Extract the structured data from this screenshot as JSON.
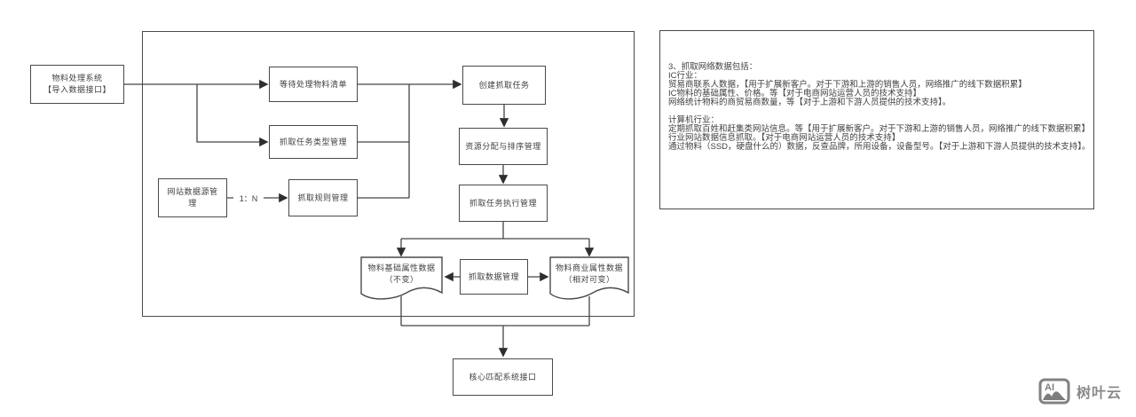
{
  "colors": {
    "background": "#ffffff",
    "line": "#434343",
    "box_border": "#4a4a4a",
    "text": "#3f3f3f",
    "watermark": "#8a8a8a"
  },
  "diagram": {
    "nodes": {
      "source_system": {
        "label": "物料处理系统\n【导入数据接口】"
      },
      "pending_list": {
        "label": "等待处理物料清单"
      },
      "task_type_mgmt": {
        "label": "抓取任务类型管理"
      },
      "site_datasource_mgmt": {
        "label": "网站数据源管\n理"
      },
      "crawl_rule_mgmt": {
        "label": "抓取规则管理"
      },
      "create_crawl_task": {
        "label": "创建抓取任务"
      },
      "resource_alloc_mgmt": {
        "label": "资源分配与排序管理"
      },
      "task_exec_mgmt": {
        "label": "抓取任务执行管理"
      },
      "basic_attr_data": {
        "label": "物料基础属性数据\n（不变）"
      },
      "crawl_data_mgmt": {
        "label": "抓取数据管理"
      },
      "business_attr_data": {
        "label": "物料商业属性数据\n（相对可变）"
      },
      "core_match_interface": {
        "label": "核心匹配系统接口"
      }
    },
    "edge_labels": {
      "datasource_to_rule": "1：N"
    }
  },
  "notes_panel": {
    "lines": [
      "3、抓取网络数据包括：",
      "IC行业：",
      "贸易商联系人数据，【用于扩展新客户。对于下游和上游的销售人员，网络推广的线下数据积累】",
      "IC物料的基础属性、价格。等【对于电商网站运营人员的技术支持】",
      "网络统计物料的商贸易商数量，等【对于上游和下游人员提供的技术支持】。",
      "",
      "计算机行业：",
      "定期抓取百姓和赶集类网站信息。等【用于扩展新客户。对于下游和上游的销售人员，网络推广的线下数据积累】",
      "行业网站数据信息抓取。【对于电商网站运营人员的技术支持】",
      "通过物料（SSD，硬盘什么的）数据，反查品牌，所用设备，设备型号。【对于上游和下游人员提供的技术支持】。"
    ]
  },
  "watermark": {
    "icon_label": "AI",
    "brand": "树叶云"
  }
}
